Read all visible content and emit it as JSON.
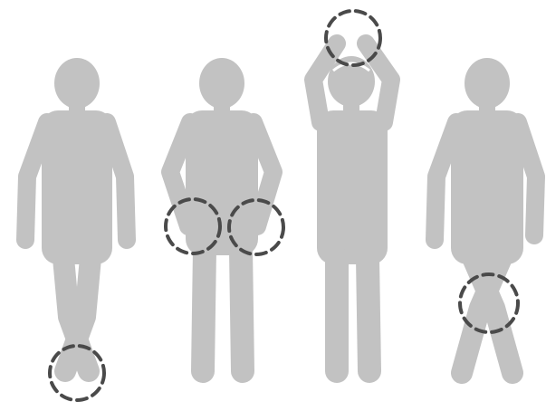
{
  "figures": [
    {
      "pose": "legs-crossed-at-ankles",
      "highlight": "feet"
    },
    {
      "pose": "hands-on-thighs",
      "highlight": "hands"
    },
    {
      "pose": "hands-on-head",
      "highlight": "hands"
    },
    {
      "pose": "legs-crossed-at-knees",
      "highlight": "knees"
    }
  ],
  "colors": {
    "background": "#ffffff",
    "figure": "#c2c2c2",
    "marker": "#4a4a4a"
  }
}
